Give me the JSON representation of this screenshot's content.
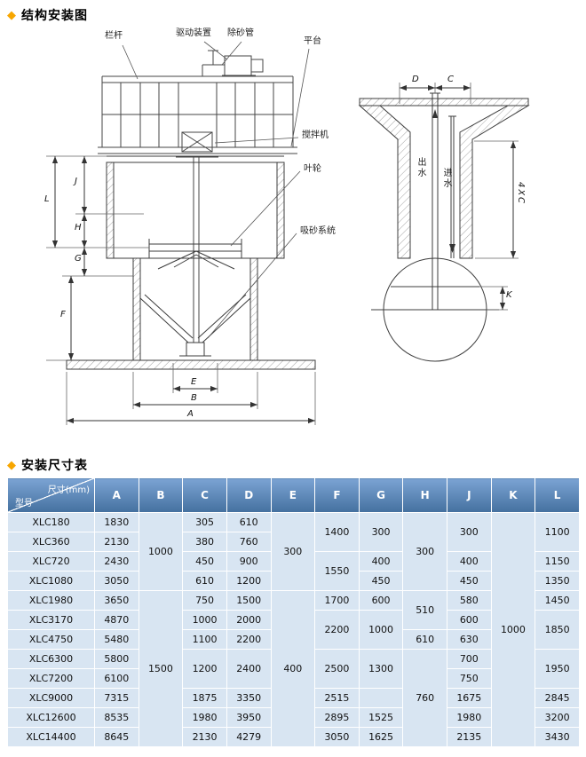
{
  "page": {
    "bullet": "◆",
    "section1_title": "结构安装图",
    "section2_title": "安装尺寸表"
  },
  "diagram": {
    "labels": {
      "railing": "栏杆",
      "drive": "驱动装置",
      "sand_pipe": "除砂管",
      "platform": "平台",
      "mixer": "搅拌机",
      "impeller": "叶轮",
      "suction": "吸砂系统",
      "water_out": "出水",
      "water_in": "进水"
    },
    "dims": {
      "L": "L",
      "J": "J",
      "H": "H",
      "G": "G",
      "F": "F",
      "E": "E",
      "B": "B",
      "A": "A",
      "D": "D",
      "C": "C",
      "K": "K",
      "four_xc": "4XC"
    }
  },
  "table": {
    "corner": {
      "top": "尺寸(mm)",
      "bottom": "型号"
    },
    "columns": [
      "A",
      "B",
      "C",
      "D",
      "E",
      "F",
      "G",
      "H",
      "J",
      "K",
      "L"
    ],
    "rows": [
      {
        "model": "XLC180",
        "A": "1830",
        "B": "1000",
        "C": "305",
        "D": "610",
        "E": "300",
        "F": "1400",
        "G": "300",
        "H": "300",
        "J": "300",
        "K": "1000",
        "L": "1100"
      },
      {
        "model": "XLC360",
        "A": "2130",
        "C": "380",
        "D": "760"
      },
      {
        "model": "XLC720",
        "A": "2430",
        "C": "450",
        "D": "900",
        "F": "1550",
        "G": "400",
        "J": "400",
        "L": "1150"
      },
      {
        "model": "XLC1080",
        "A": "3050",
        "C": "610",
        "D": "1200",
        "G": "450",
        "J": "450",
        "L": "1350"
      },
      {
        "model": "XLC1980",
        "A": "3650",
        "B": "1500",
        "C": "750",
        "D": "1500",
        "E": "400",
        "F": "1700",
        "G": "600",
        "H": "510",
        "J": "580",
        "L": "1450"
      },
      {
        "model": "XLC3170",
        "A": "4870",
        "C": "1000",
        "D": "2000",
        "F": "2200",
        "G": "1000",
        "J": "600",
        "L": "1850"
      },
      {
        "model": "XLC4750",
        "A": "5480",
        "C": "1100",
        "D": "2200",
        "H": "610",
        "J": "630"
      },
      {
        "model": "XLC6300",
        "A": "5800",
        "C": "1200",
        "D": "2400",
        "F": "2500",
        "G": "1300",
        "H": "760",
        "J": "700",
        "L": "1950"
      },
      {
        "model": "XLC7200",
        "A": "6100",
        "J": "750"
      },
      {
        "model": "XLC9000",
        "A": "7315",
        "C": "1875",
        "D": "3350",
        "F": "2515",
        "G": "",
        "J": "1675",
        "L": "2845"
      },
      {
        "model": "XLC12600",
        "A": "8535",
        "C": "1980",
        "D": "3950",
        "F": "2895",
        "G": "1525",
        "J": "1980",
        "L": "3200"
      },
      {
        "model": "XLC14400",
        "A": "8645",
        "C": "2130",
        "D": "4279",
        "F": "3050",
        "G": "1625",
        "J": "2135",
        "L": "3430"
      }
    ]
  }
}
